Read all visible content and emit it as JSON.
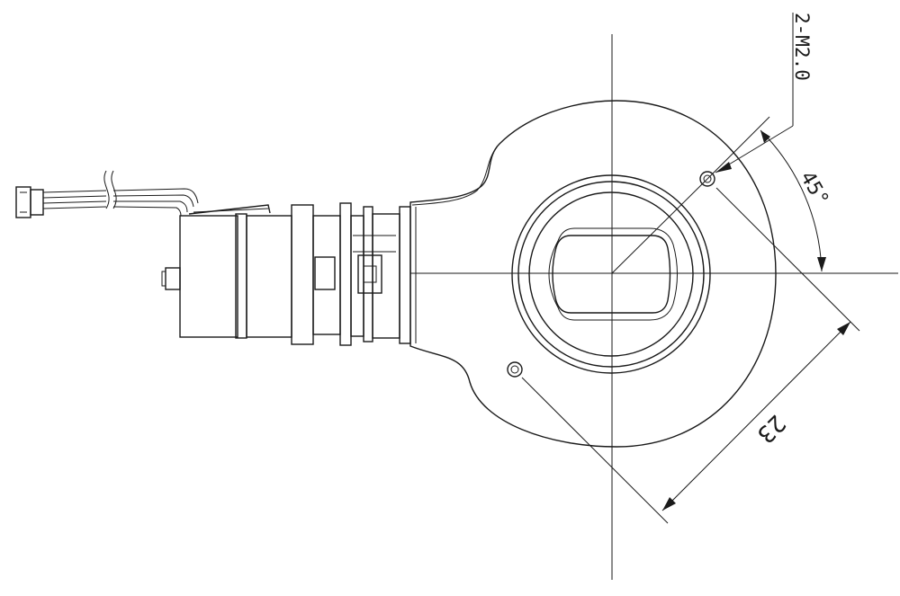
{
  "drawing": {
    "hole_callout": "2-M2.0",
    "angle_dimension": "45°",
    "hole_spacing_dimension": "23",
    "line_color": "#1a1a1a",
    "background": "#ffffff"
  }
}
